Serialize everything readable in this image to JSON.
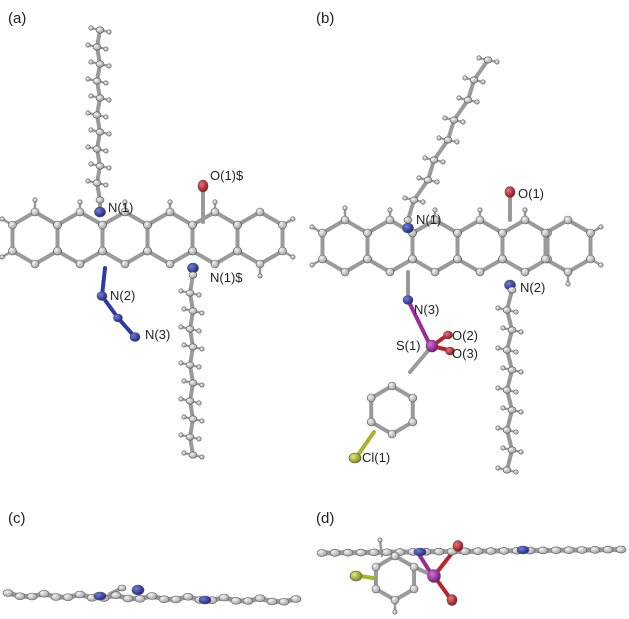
{
  "panels": {
    "a": {
      "label": "(a)",
      "atoms": [
        "N(1)",
        "O(1)$",
        "N(2)",
        "N(1)$",
        "N(3)"
      ]
    },
    "b": {
      "label": "(b)",
      "atoms": [
        "O(1)",
        "N(1)",
        "N(2)",
        "N(3)",
        "O(2)",
        "S(1)",
        "O(3)",
        "Cl(1)"
      ]
    },
    "c": {
      "label": "(c)"
    },
    "d": {
      "label": "(d)"
    }
  },
  "colors": {
    "carbon": "#c8c8c8",
    "bond": "#9a9a9a",
    "nitrogen": "#2b3aa8",
    "oxygen": "#c0202a",
    "sulfur": "#9b2a9b",
    "chlorine": "#a8b22a"
  }
}
